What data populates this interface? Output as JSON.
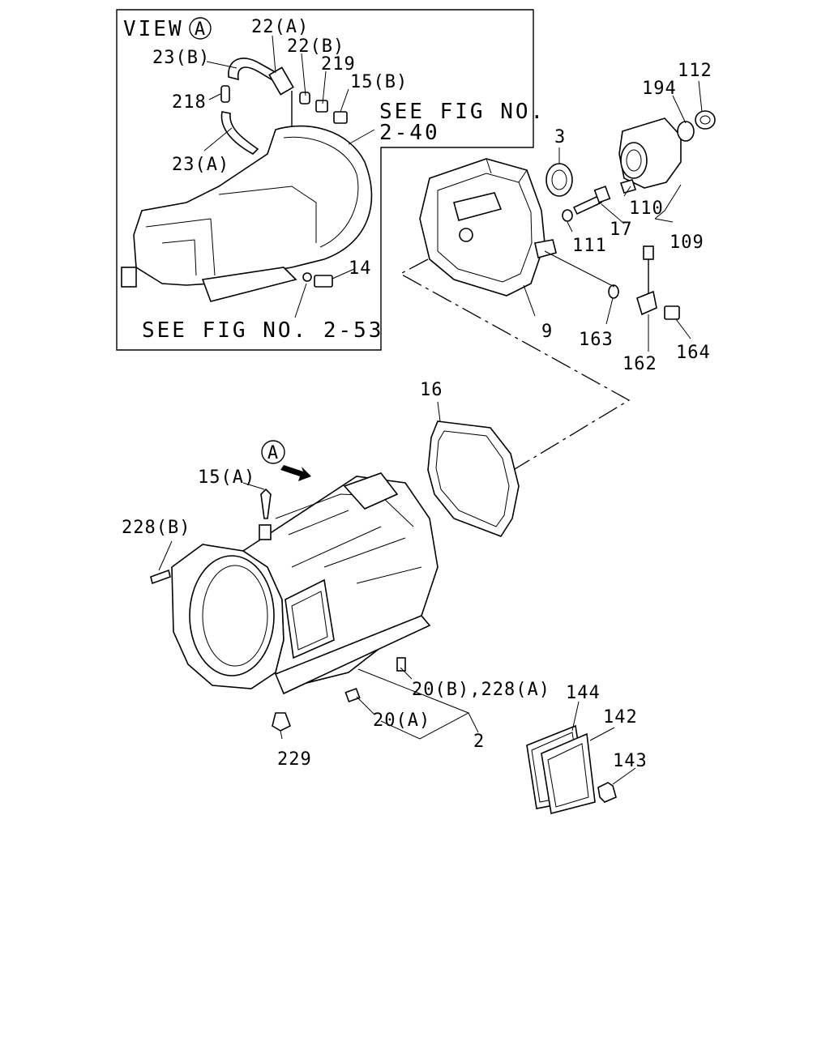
{
  "inset": {
    "title": "VIEW",
    "view_marker": "A",
    "see_fig_top": "SEE FIG NO.",
    "see_fig_top_num": "2-40",
    "see_fig_bottom": "SEE FIG NO. 2-53",
    "labels": {
      "p22a": "22(A)",
      "p22b": "22(B)",
      "p23b": "23(B)",
      "p219": "219",
      "p15b": "15(B)",
      "p218": "218",
      "p23a": "23(A)",
      "p14": "14"
    }
  },
  "labels": {
    "p3": "3",
    "p194": "194",
    "p112": "112",
    "p110": "110",
    "p17": "17",
    "p111": "111",
    "p109": "109",
    "p9": "9",
    "p163": "163",
    "p162": "162",
    "p164": "164",
    "p16": "16",
    "view_a": "A",
    "p15a": "15(A)",
    "p228b": "228(B)",
    "p20b228a": "20(B),228(A)",
    "p20a": "20(A)",
    "p2": "2",
    "p229": "229",
    "p144": "144",
    "p142": "142",
    "p143": "143"
  }
}
